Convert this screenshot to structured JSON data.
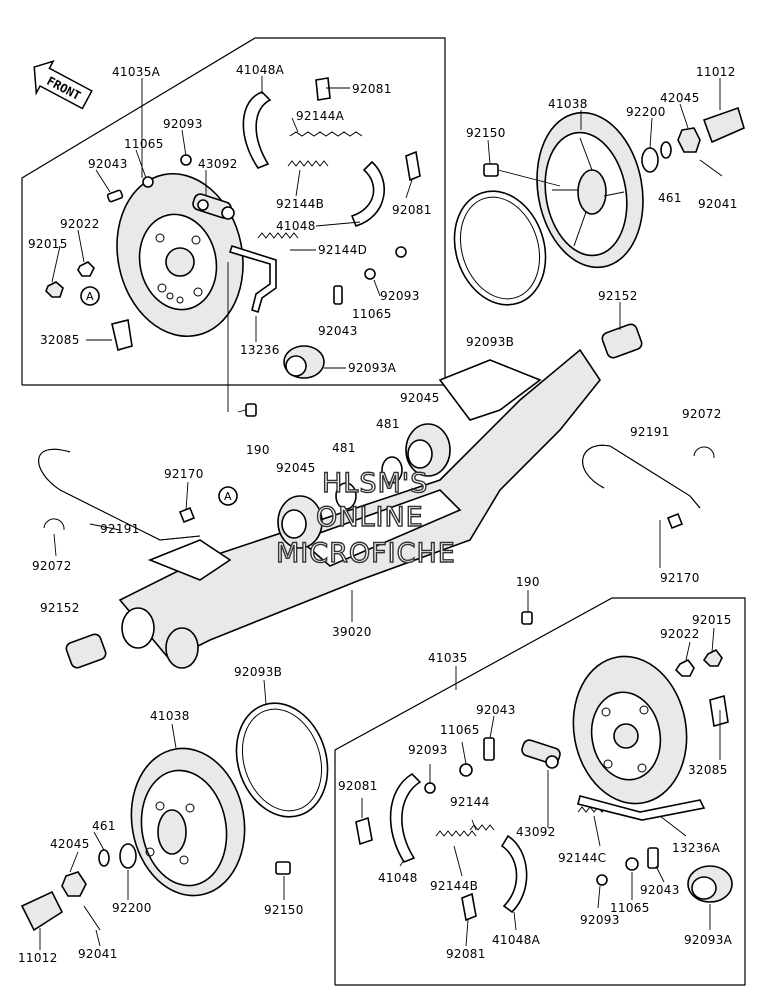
{
  "watermark": {
    "line1": "HLSM'S",
    "line2": "ONLINE",
    "line3": "MICROFICHE"
  },
  "front_arrow": {
    "label": "FRONT"
  },
  "callout_letter": "A",
  "part_labels": {
    "p41035A": "41035A",
    "p41048A_top": "41048A",
    "p92081_top1": "92081",
    "p92093_top": "92093",
    "p11065_top": "11065",
    "p92144A": "92144A",
    "p92043_top": "92043",
    "p43092_top": "43092",
    "p92144B_top": "92144B",
    "p92081_top2": "92081",
    "p92022_top": "92022",
    "p41048_top": "41048",
    "p92144D": "92144D",
    "p92015_top": "92015",
    "p92093_mid": "92093",
    "p11065_mid": "11065",
    "p92043_mid": "92043",
    "p32085_top": "32085",
    "p13236": "13236",
    "p92093A_top": "92093A",
    "p41038_top": "41038",
    "p11012_top": "11012",
    "p42045_top": "42045",
    "p92200_top": "92200",
    "p92150_top": "92150",
    "p461_top": "461",
    "p92041_top": "92041",
    "p92093B_top": "92093B",
    "p92152_right": "92152",
    "p190_top": "190",
    "p92045_right": "92045",
    "p481_right": "481",
    "p481_left": "481",
    "p92072_right": "92072",
    "p92191_right": "92191",
    "p92045_left": "92045",
    "p92170_left": "92170",
    "p92191_left": "92191",
    "p92072_left": "92072",
    "p92170_right": "92170",
    "p190_bottom": "190",
    "p92152_left": "92152",
    "p39020": "39020",
    "p41035": "41035",
    "p92015_bottom": "92015",
    "p92022_bottom": "92022",
    "p92093B_bottom": "92093B",
    "p92043_bot1": "92043",
    "p41038_bottom": "41038",
    "p11065_bot1": "11065",
    "p92093_bot1": "92093",
    "p92081_bot1": "92081",
    "p43092_bottom": "43092",
    "p32085_bottom": "32085",
    "p92144": "92144",
    "p461_bottom": "461",
    "p42045_bottom": "42045",
    "p92144C": "92144C",
    "p13236A": "13236A",
    "p41048_bottom": "41048",
    "p92144B_bottom": "92144B",
    "p92200_bottom": "92200",
    "p92043_bot2": "92043",
    "p92150_bottom": "92150",
    "p92093_bot2": "92093",
    "p11065_bot2": "11065",
    "p11012_bottom": "11012",
    "p92041_bottom": "92041",
    "p92081_bot2": "92081",
    "p41048A_bottom": "41048A",
    "p92093A_bottom": "92093A"
  }
}
